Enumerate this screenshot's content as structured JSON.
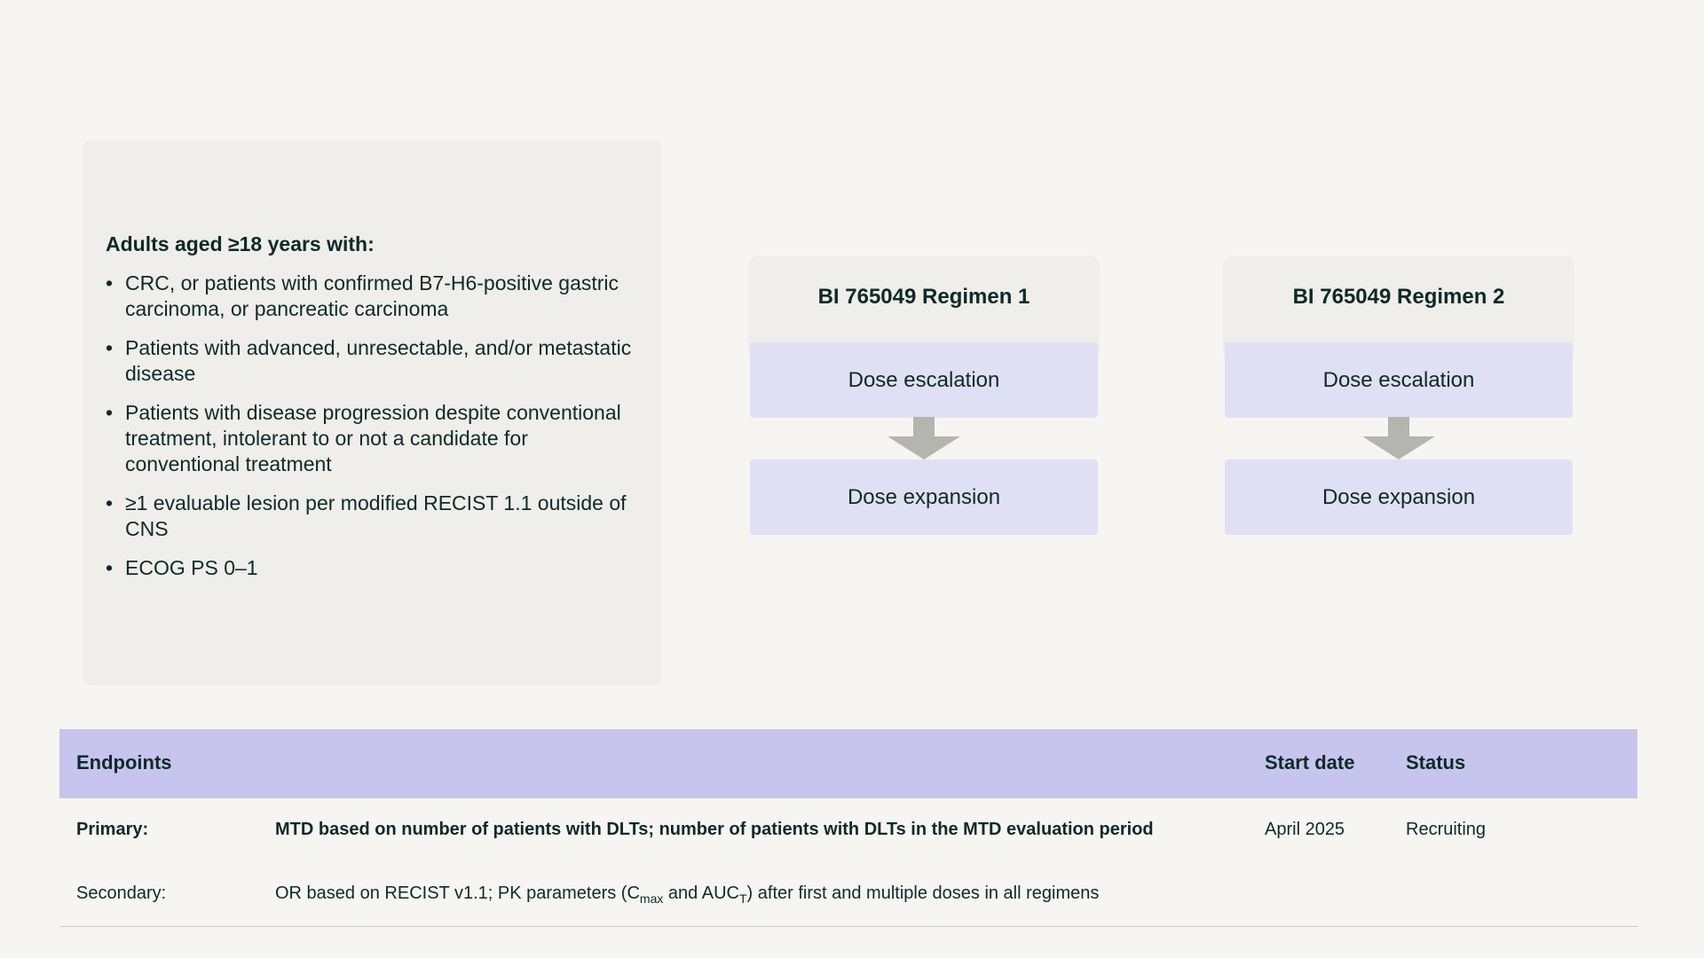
{
  "criteria": {
    "heading": "Adults aged ≥18 years with:",
    "bullet": "•",
    "items": [
      "CRC, or patients with confirmed B7-H6-positive gastric carcinoma, or pancreatic carcinoma",
      "Patients with advanced, unresectable, and/or metastatic disease",
      "Patients with disease progression despite conventional treatment, intolerant to or not a candidate for conventional treatment",
      "≥1 evaluable lesion per modified RECIST 1.1 outside of CNS",
      "ECOG PS 0–1"
    ]
  },
  "regimens": [
    {
      "title": "BI 765049 Regimen 1",
      "escalation": "Dose escalation",
      "expansion": "Dose expansion"
    },
    {
      "title": "BI 765049 Regimen 2",
      "escalation": "Dose escalation",
      "expansion": "Dose expansion"
    }
  ],
  "table": {
    "headers": {
      "endpoints": "Endpoints",
      "start_date": "Start date",
      "status": "Status"
    },
    "primary": {
      "label": "Primary:",
      "text": "MTD based on number of patients with DLTs; number of patients with DLTs in the MTD evaluation period",
      "start_date": "April 2025",
      "status": "Recruiting"
    },
    "secondary": {
      "label": "Secondary:",
      "text_part1": "OR based on RECIST v1.1; PK parameters (C",
      "sub1": "max",
      "text_part2": " and AUC",
      "sub2": "T",
      "text_part3": ") after first and multiple doses in all regimens"
    }
  },
  "colors": {
    "background": "#f6f5f2",
    "panel": "#efeeea",
    "phase_box": "#e0e0f5",
    "table_header": "#c7c4ed",
    "arrow": "#b5b5b0",
    "text": "#0e2a28"
  },
  "icons": {
    "flow_arrow": "down-arrow-icon"
  }
}
